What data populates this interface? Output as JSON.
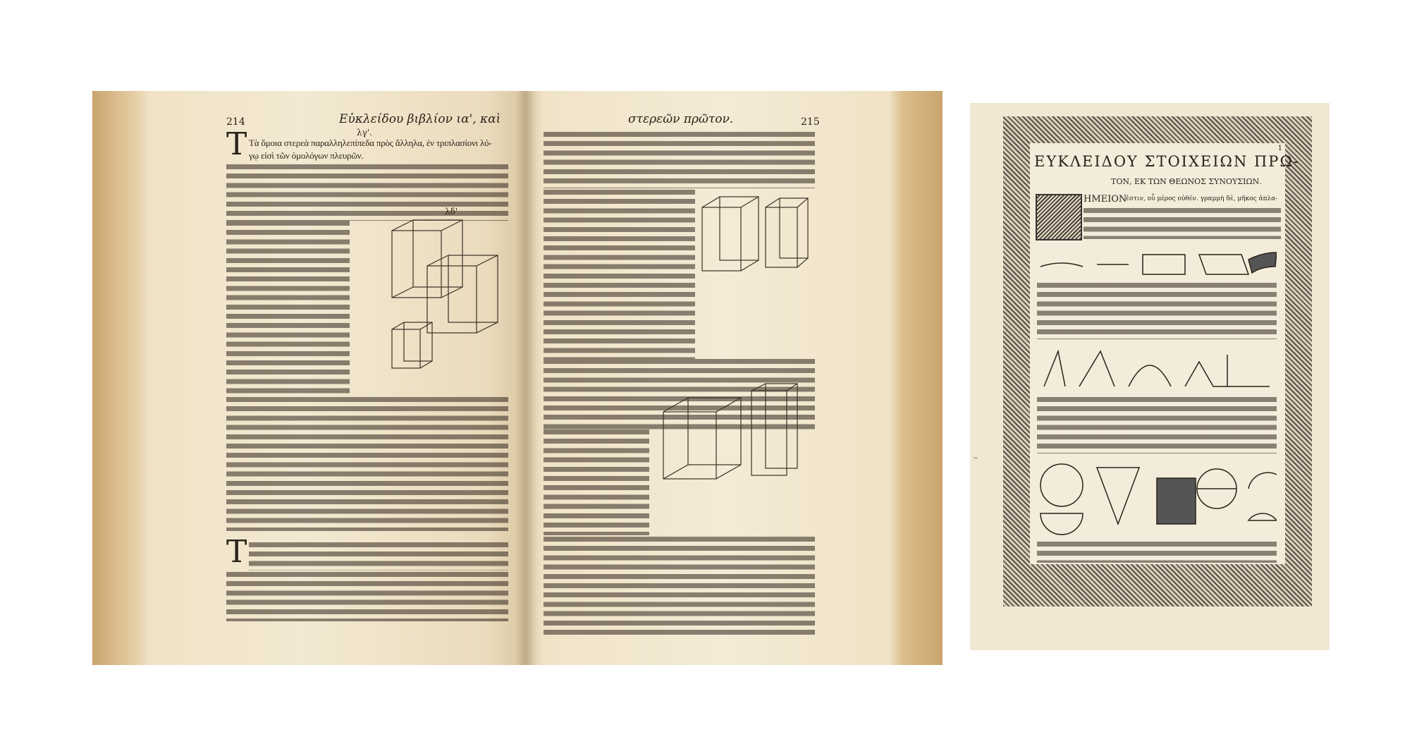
{
  "left_book": {
    "left_page": {
      "page_number": "214",
      "running_head": "Εὐκλείδου βιβλίον ια', καὶ",
      "proposition": "λγ'.",
      "opening_line": "Τὰ ὅμοια στερεὰ παραλληλεπίπεδα πρὸς ἄλληλα, ἐν τριπλασίονι λό-",
      "second_line": "γῳ εἰσὶ τῶν ὁμολόγων πλευρῶν.",
      "figure_label": "λδ'"
    },
    "right_page": {
      "page_number": "215",
      "running_head": "στερεῶν πρῶτον."
    }
  },
  "right_leaf": {
    "title": "ΕΥΚΛΕΙΔΟΥ ΣΤΟΙΧΕΙΩΝ ΠΡΩ-",
    "subtitle": "ΤΟΝ, ΕΚ ΤΩΝ ΘΕΩΝΟΣ ΣΥΝΟΥΣΙΩΝ.",
    "first_word": "ΗΜΕΙΟΝ",
    "first_line": "ἐστιν, οὗ μέρος οὐθέν. γραμμὴ δὲ, μῆκος ἀπλα-",
    "folio": "1"
  }
}
